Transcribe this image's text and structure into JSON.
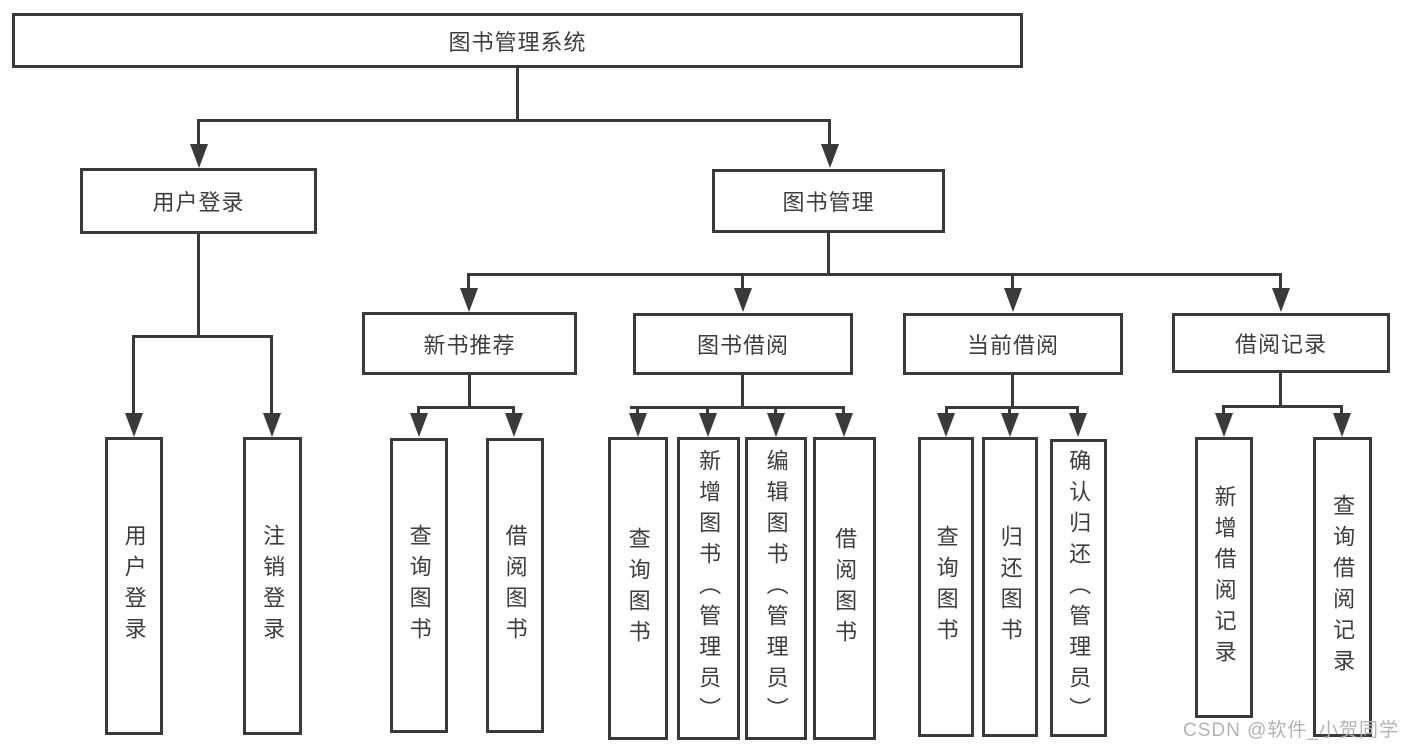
{
  "diagram": {
    "root_label": "图书管理系统",
    "user_login": {
      "label": "用户登录",
      "children": [
        "用户登录",
        "注销登录"
      ]
    },
    "book_mgmt": {
      "label": "图书管理",
      "sections": [
        {
          "label": "新书推荐",
          "children": [
            "查询图书",
            "借阅图书"
          ]
        },
        {
          "label": "图书借阅",
          "children": [
            "查询图书",
            "新增图书（管理员）",
            "编辑图书（管理员）",
            "借阅图书"
          ]
        },
        {
          "label": "当前借阅",
          "children": [
            "查询图书",
            "归还图书",
            "确认归还（管理员）"
          ]
        },
        {
          "label": "借阅记录",
          "children": [
            "新增借阅记录",
            "查询借阅记录"
          ]
        }
      ]
    }
  },
  "watermark": "CSDN @软件_小贺同学",
  "colors": {
    "line": "#3a3a3a",
    "box_border": "#3a3a3a",
    "text": "#3d3d3d",
    "watermark": "#b3b3b3"
  }
}
